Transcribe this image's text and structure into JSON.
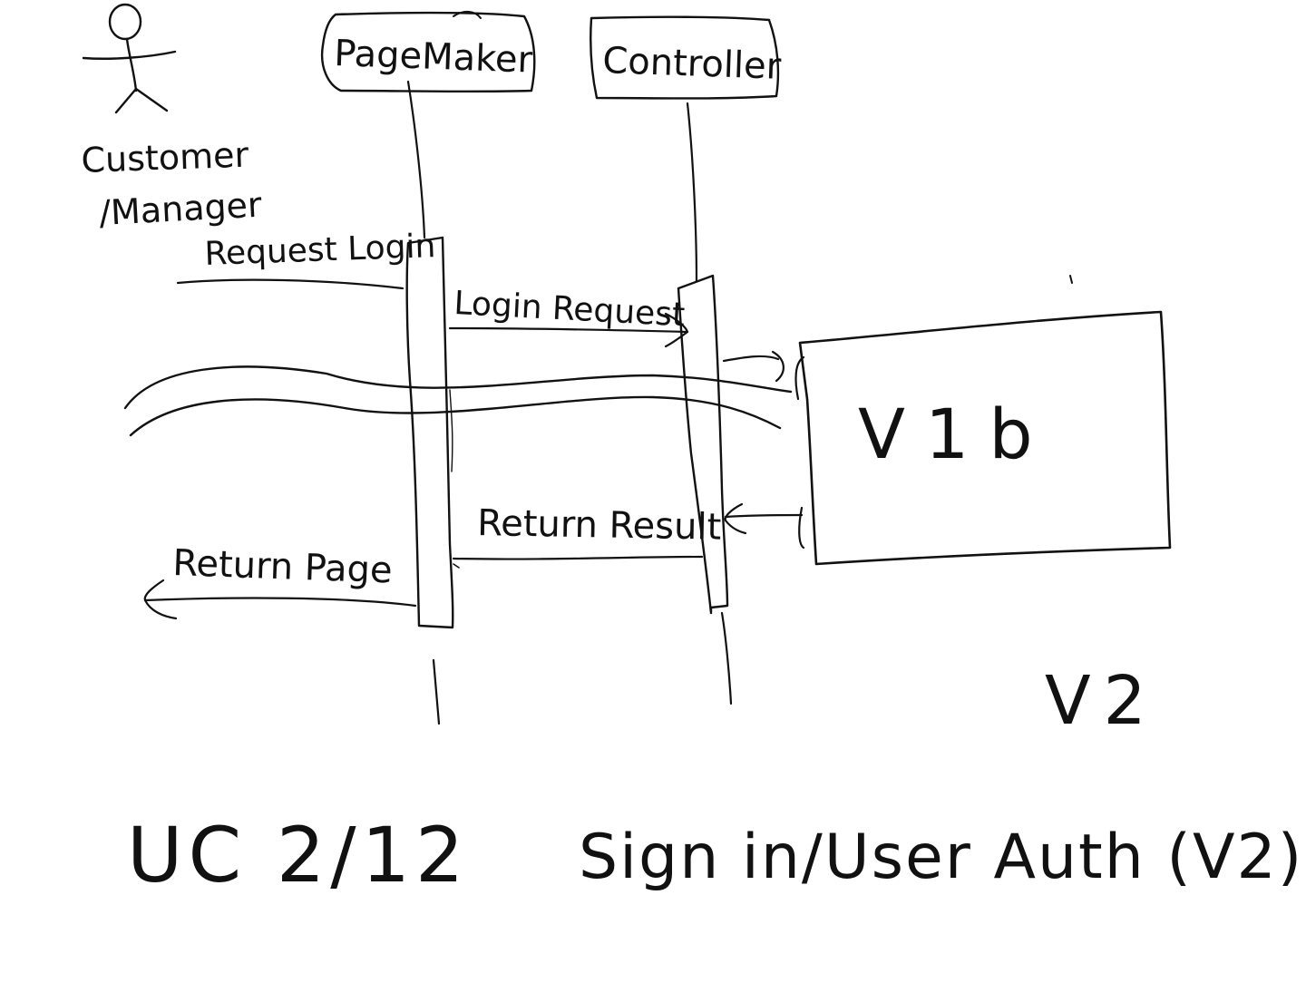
{
  "colors": {
    "ink": "#111111",
    "background": "#ffffff"
  },
  "actor": {
    "icon": "stick-figure-icon",
    "label_line1": "Customer",
    "label_line2": "/Manager"
  },
  "lifelines": {
    "pagemaker": {
      "label": "PageMaker"
    },
    "controller": {
      "label": "Controller"
    }
  },
  "messages": {
    "request_login": "Request Login",
    "login_request": "Login Request",
    "return_result": "Return Result",
    "return_page": "Return Page"
  },
  "ref_box": {
    "label": "V1b"
  },
  "version": "V2",
  "caption": {
    "uc_id": "UC 2/12",
    "title": "Sign in/User Auth (V2)"
  }
}
